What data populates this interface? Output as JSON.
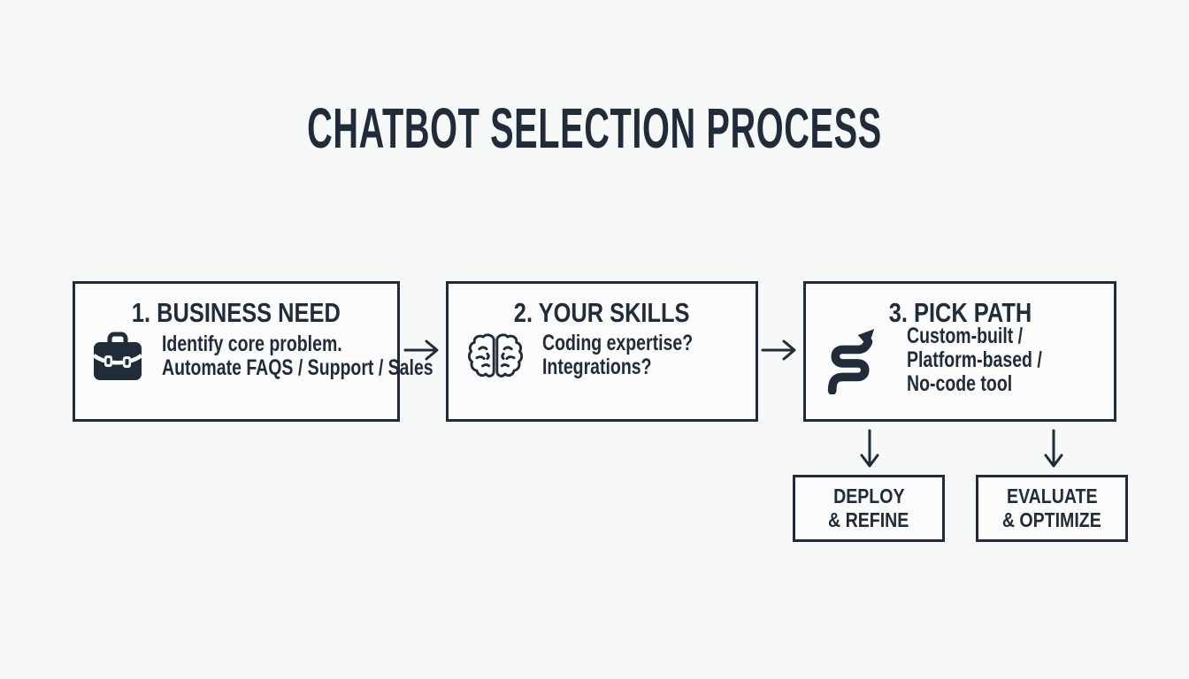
{
  "title": "CHATBOT SELECTION PROCESS",
  "colors": {
    "ink": "#212c3a",
    "background": "#f7f8f8",
    "box_background": "#fcfcfd"
  },
  "steps": [
    {
      "heading": "1. BUSINESS NEED",
      "icon": "briefcase-icon",
      "lines": [
        "Identify core problem.",
        "Automate FAQS / Support / Sales"
      ]
    },
    {
      "heading": "2. YOUR SKILLS",
      "icon": "brain-icon",
      "lines": [
        "Coding expertise?",
        "Integrations?"
      ]
    },
    {
      "heading": "3. PICK PATH",
      "icon": "winding-arrow-icon",
      "lines": [
        "Custom-built /",
        "Platform-based /",
        "No-code tool"
      ]
    }
  ],
  "outcomes": [
    {
      "lines": [
        "DEPLOY",
        "& REFINE"
      ]
    },
    {
      "lines": [
        "EVALUATE",
        "& OPTIMIZE"
      ]
    }
  ],
  "connectors": {
    "step_connector": "arrow-right-icon",
    "outcome_connector": "arrow-down-icon"
  }
}
